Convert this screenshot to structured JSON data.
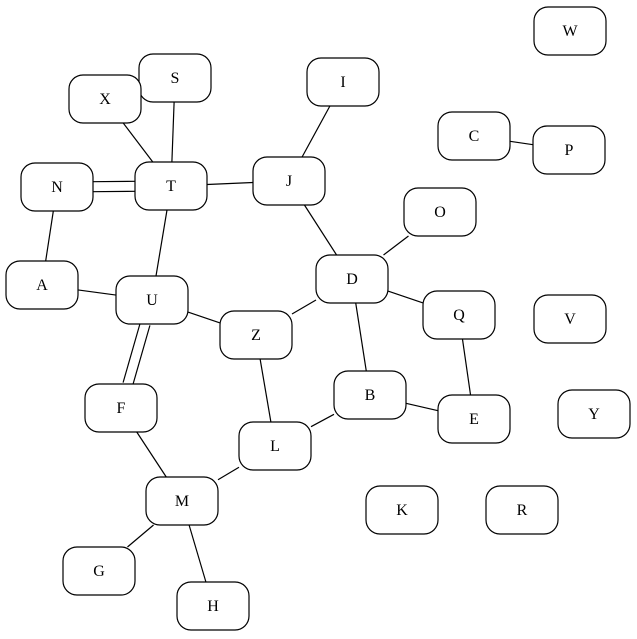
{
  "graph": {
    "nodes": [
      {
        "id": "W",
        "label": "W"
      },
      {
        "id": "S",
        "label": "S"
      },
      {
        "id": "I",
        "label": "I"
      },
      {
        "id": "X",
        "label": "X"
      },
      {
        "id": "C",
        "label": "C"
      },
      {
        "id": "P",
        "label": "P"
      },
      {
        "id": "N",
        "label": "N"
      },
      {
        "id": "T",
        "label": "T"
      },
      {
        "id": "J",
        "label": "J"
      },
      {
        "id": "O",
        "label": "O"
      },
      {
        "id": "A",
        "label": "A"
      },
      {
        "id": "D",
        "label": "D"
      },
      {
        "id": "U",
        "label": "U"
      },
      {
        "id": "Q",
        "label": "Q"
      },
      {
        "id": "V",
        "label": "V"
      },
      {
        "id": "Z",
        "label": "Z"
      },
      {
        "id": "B",
        "label": "B"
      },
      {
        "id": "F",
        "label": "F"
      },
      {
        "id": "Y",
        "label": "Y"
      },
      {
        "id": "E",
        "label": "E"
      },
      {
        "id": "L",
        "label": "L"
      },
      {
        "id": "M",
        "label": "M"
      },
      {
        "id": "K",
        "label": "K"
      },
      {
        "id": "R",
        "label": "R"
      },
      {
        "id": "G",
        "label": "G"
      },
      {
        "id": "H",
        "label": "H"
      }
    ],
    "edges": [
      [
        "X",
        "T"
      ],
      [
        "S",
        "T"
      ],
      [
        "I",
        "J"
      ],
      [
        "C",
        "P"
      ],
      [
        "N",
        "T"
      ],
      [
        "N",
        "T"
      ],
      [
        "T",
        "J"
      ],
      [
        "N",
        "A"
      ],
      [
        "T",
        "U"
      ],
      [
        "J",
        "D"
      ],
      [
        "O",
        "D"
      ],
      [
        "A",
        "U"
      ],
      [
        "D",
        "Z"
      ],
      [
        "D",
        "Q"
      ],
      [
        "D",
        "B"
      ],
      [
        "U",
        "Z"
      ],
      [
        "U",
        "F"
      ],
      [
        "U",
        "F"
      ],
      [
        "Q",
        "E"
      ],
      [
        "Z",
        "L"
      ],
      [
        "B",
        "E"
      ],
      [
        "B",
        "L"
      ],
      [
        "F",
        "M"
      ],
      [
        "L",
        "M"
      ],
      [
        "M",
        "G"
      ],
      [
        "M",
        "H"
      ]
    ]
  }
}
